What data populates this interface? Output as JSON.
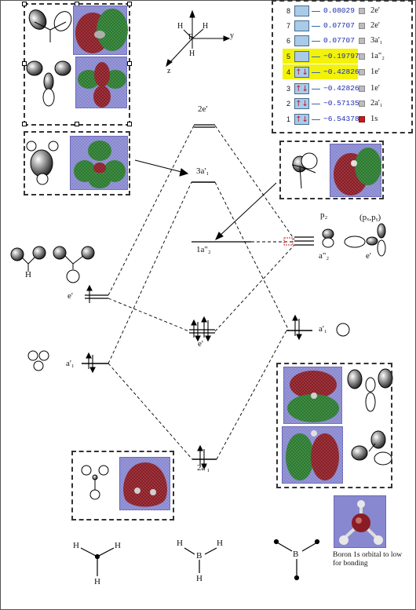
{
  "mo_table": [
    {
      "num": "8",
      "spin": "",
      "value": "0.08029",
      "sym": "2e'",
      "highlight": false
    },
    {
      "num": "7",
      "spin": "",
      "value": "0.07707",
      "sym": "2e'",
      "highlight": false
    },
    {
      "num": "6",
      "spin": "",
      "value": "0.07707",
      "sym": "3a'₁",
      "highlight": false
    },
    {
      "num": "5",
      "spin": "",
      "value": "−0.19797",
      "sym": "1a\"₂",
      "highlight": true
    },
    {
      "num": "4",
      "spin": "↑↓",
      "value": "−0.42826",
      "sym": "1e'",
      "highlight": true
    },
    {
      "num": "3",
      "spin": "↑↓",
      "value": "−0.42826",
      "sym": "1e'",
      "highlight": false
    },
    {
      "num": "2",
      "spin": "↑↓",
      "value": "−0.57135",
      "sym": "2a'₁",
      "highlight": false
    },
    {
      "num": "1",
      "spin": "↑↓",
      "value": "−6.54378",
      "sym": "1s",
      "highlight": false
    }
  ],
  "levels": {
    "mo_2e": "2e'",
    "mo_3a1": "3a'₁",
    "mo_1a2": "1a\"₂",
    "mo_1e": "e'",
    "mo_2a1": "2a'₁",
    "b_a2": "a\"₂",
    "b_e": "e'",
    "b_pz": "p₂",
    "b_pxy": "(pₓ,pᵧ)",
    "b_a1": "a'₁",
    "h_e": "e'",
    "h_a1": "a'₁"
  },
  "axis_labels": {
    "y": "y",
    "z": "z",
    "x_molecule_B": "B",
    "h": "H"
  },
  "note": "Boron 1s orbital to low for bonding",
  "molecule_labels": {
    "h": "H",
    "b": "B"
  },
  "colors": {
    "panel": "#8888d0",
    "lobe_red": "#8a1c24",
    "lobe_green": "#2a7a2e",
    "highlight": "#f2f20a",
    "value_blue": "#1a2ab0"
  }
}
